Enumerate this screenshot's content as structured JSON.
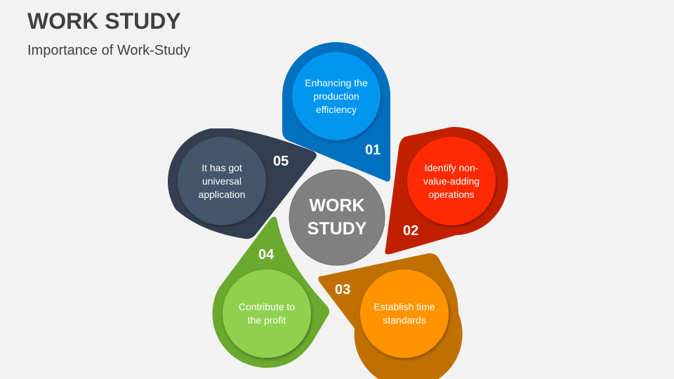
{
  "header": {
    "title": "WORK STUDY",
    "subtitle": "Importance of Work-Study"
  },
  "hub": {
    "line1": "WORK",
    "line2": "STUDY",
    "color": "#808080"
  },
  "items": [
    {
      "number": "01",
      "text": "Enhancing the production efficiency",
      "outer_color": "#0070c0",
      "inner_color": "#0096f0"
    },
    {
      "number": "02",
      "text": "Identify non-value-adding operations",
      "outer_color": "#c02000",
      "inner_color": "#ff2a00"
    },
    {
      "number": "03",
      "text": "Establish time standards",
      "outer_color": "#c07000",
      "inner_color": "#ff9300"
    },
    {
      "number": "04",
      "text": "Contribute to the profit",
      "outer_color": "#6aa82e",
      "inner_color": "#8fd14f"
    },
    {
      "number": "05",
      "text": "It has got universal application",
      "outer_color": "#333f50",
      "inner_color": "#44546a"
    }
  ]
}
